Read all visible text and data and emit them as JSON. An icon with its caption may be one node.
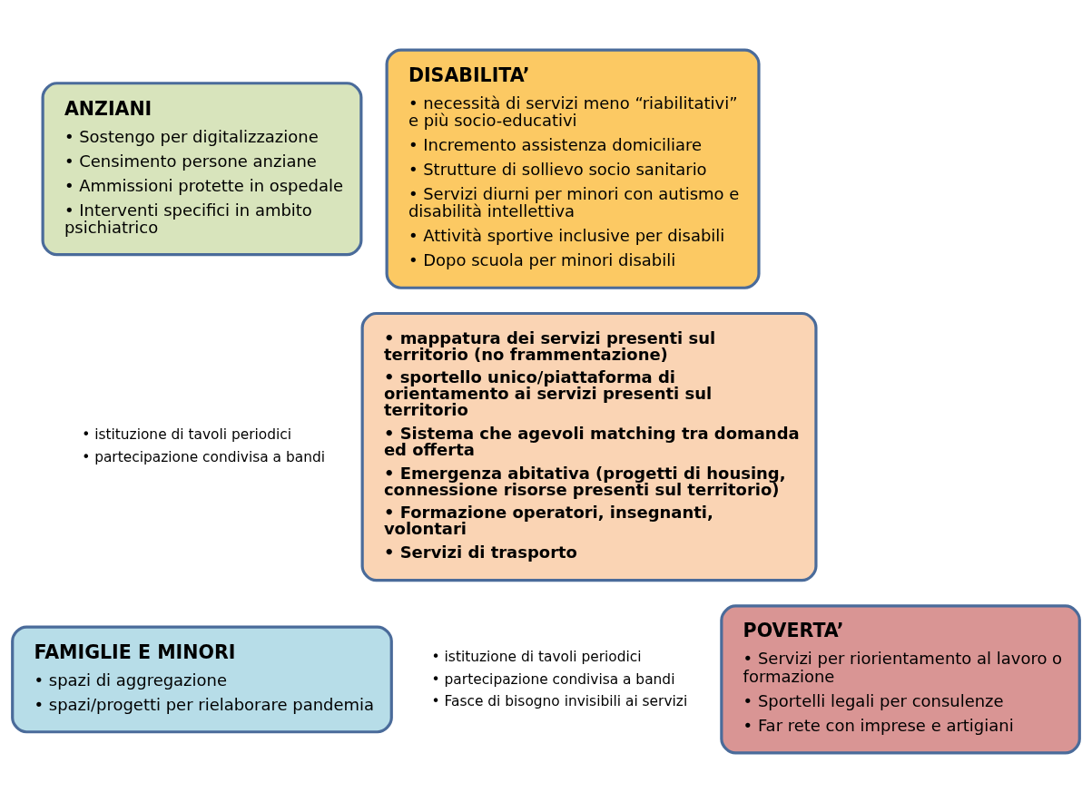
{
  "diagram": {
    "nodes": [
      {
        "text": [
          "ANZIANI",
          "• Sostengo per digitalizzazione",
          "• Censimento persone anziane",
          "• Ammissioni protette in ospedale",
          "• Interventi specifici in ambito psichiatrico"
        ]
      },
      {
        "text": [
          "DISABILITA’",
          "• necessità di servizi meno “riabilitativi” e più socio-educativi",
          "• Incremento assistenza domiciliare",
          "• Strutture di sollievo socio sanitario",
          "• Servizi diurni per minori con autismo e disabilità intellettiva",
          "• Attività sportive inclusive per disabili",
          "• Dopo scuola per minori disabili"
        ]
      },
      {
        "text": [
          "• mappatura dei servizi presenti sul territorio (no frammentazione)",
          "• sportello unico/piattaforma di orientamento ai servizi presenti sul territorio",
          "• Sistema che agevoli matching tra domanda ed offerta",
          "• Emergenza abitativa (progetti di housing, connessione risorse presenti sul territorio)",
          "• Formazione operatori, insegnanti, volontari",
          "• Servizi di trasporto"
        ]
      },
      {
        "text": [
          "FAMIGLIE E MINORI",
          "• spazi di aggregazione",
          "• spazi/progetti per rielaborare pandemia"
        ]
      },
      {
        "text": [
          "POVERTA’",
          "• Servizi per riorientamento al lavoro o formazione",
          "• Sportelli legali per consulenze",
          "• Far rete con imprese e artigiani"
        ]
      }
    ],
    "edges": [],
    "labels": [
      "• istituzione di tavoli periodici",
      "• partecipazione condivisa a bandi",
      "• istituzione di tavoli periodici",
      "• partecipazione condivisa a bandi",
      "• Fasce di bisogno invisibili ai servizi"
    ]
  }
}
